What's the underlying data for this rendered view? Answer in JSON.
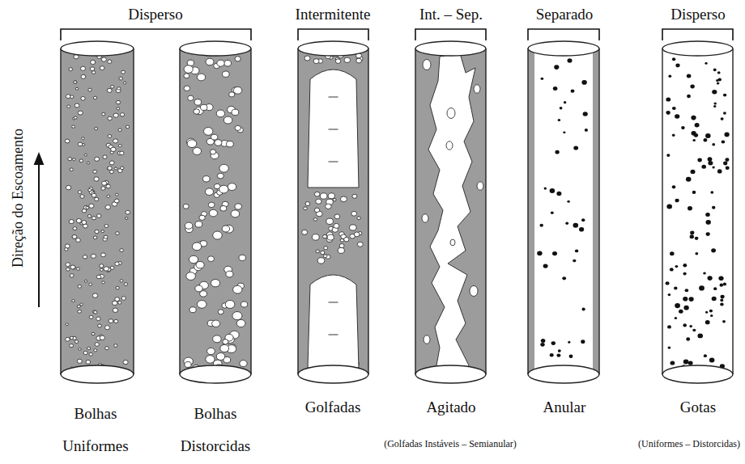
{
  "diagram": {
    "labels": [
      "Disperso",
      "Intermitente",
      "Int. – Sep.",
      "Separado",
      "Disperso",
      "Direção do Escoamento",
      "Bolhas Uniformes",
      "Bolhas Distorcidas",
      "Golfadas",
      "Agitado",
      "(Golfadas Instáveis – Semianular)",
      "Anular",
      "Gotas",
      "(Uniformes – Distorcidas)"
    ]
  }
}
